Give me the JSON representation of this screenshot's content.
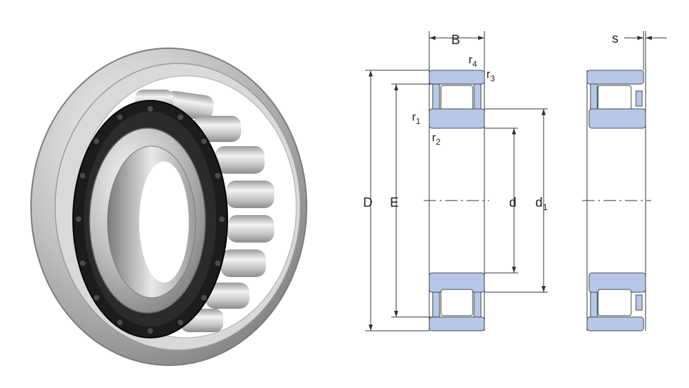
{
  "photo": {
    "name": "cylindrical-roller-bearing-photo"
  },
  "labels": {
    "B": "B",
    "s": "s",
    "r4": {
      "base": "r",
      "sub": "4"
    },
    "r3": {
      "base": "r",
      "sub": "3"
    },
    "r1": {
      "base": "r",
      "sub": "1"
    },
    "r2": {
      "base": "r",
      "sub": "2"
    },
    "D": "D",
    "E": "E",
    "d": "d",
    "d1": {
      "base": "d",
      "sub": "1"
    }
  },
  "colors": {
    "ring_fill": "#b7c7e8",
    "line": "#333333",
    "cage_black": "#1c1c1c",
    "steel_light": "#e6e6e6",
    "steel_dark": "#8a8a8a"
  }
}
